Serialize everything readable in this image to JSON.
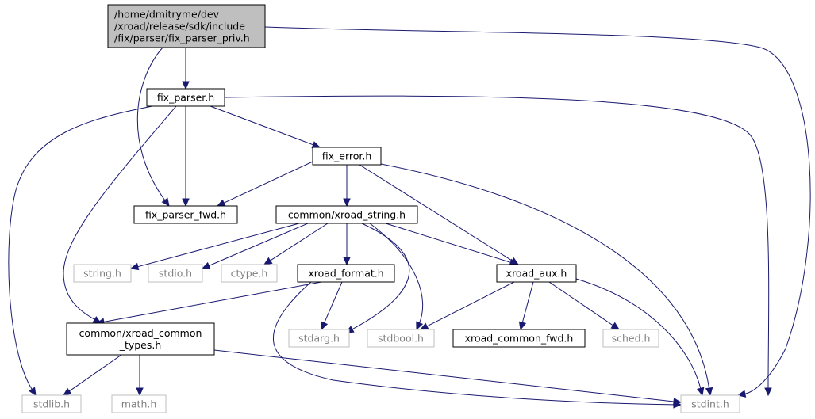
{
  "graph": {
    "edge_color": "#191970",
    "nodes": [
      {
        "id": "root",
        "lines": [
          "/home/dmitryme/dev",
          "/xroad/release/sdk/include",
          "/fix/parser/fix_parser_priv.h"
        ],
        "style": "root",
        "fill": "#bfbfbf",
        "stroke": "#000000",
        "text_color": "#000000"
      },
      {
        "id": "fix_parser",
        "lines": [
          "fix_parser.h"
        ],
        "style": "normal",
        "fill": "#ffffff",
        "stroke": "#000000",
        "text_color": "#000000"
      },
      {
        "id": "fix_error",
        "lines": [
          "fix_error.h"
        ],
        "style": "normal",
        "fill": "#ffffff",
        "stroke": "#000000",
        "text_color": "#000000"
      },
      {
        "id": "fix_parser_fwd",
        "lines": [
          "fix_parser_fwd.h"
        ],
        "style": "normal",
        "fill": "#ffffff",
        "stroke": "#000000",
        "text_color": "#000000"
      },
      {
        "id": "xroad_string",
        "lines": [
          "common/xroad_string.h"
        ],
        "style": "normal",
        "fill": "#ffffff",
        "stroke": "#000000",
        "text_color": "#000000"
      },
      {
        "id": "string",
        "lines": [
          "string.h"
        ],
        "style": "system",
        "fill": "#ffffff",
        "stroke": "#bfbfbf",
        "text_color": "#7f7f7f"
      },
      {
        "id": "stdio",
        "lines": [
          "stdio.h"
        ],
        "style": "system",
        "fill": "#ffffff",
        "stroke": "#bfbfbf",
        "text_color": "#7f7f7f"
      },
      {
        "id": "ctype",
        "lines": [
          "ctype.h"
        ],
        "style": "system",
        "fill": "#ffffff",
        "stroke": "#bfbfbf",
        "text_color": "#7f7f7f"
      },
      {
        "id": "xroad_format",
        "lines": [
          "xroad_format.h"
        ],
        "style": "normal",
        "fill": "#ffffff",
        "stroke": "#000000",
        "text_color": "#000000"
      },
      {
        "id": "xroad_aux",
        "lines": [
          "xroad_aux.h"
        ],
        "style": "normal",
        "fill": "#ffffff",
        "stroke": "#000000",
        "text_color": "#000000"
      },
      {
        "id": "common_types",
        "lines": [
          "common/xroad_common",
          "_types.h"
        ],
        "style": "normal",
        "fill": "#ffffff",
        "stroke": "#000000",
        "text_color": "#000000"
      },
      {
        "id": "stdarg",
        "lines": [
          "stdarg.h"
        ],
        "style": "system",
        "fill": "#ffffff",
        "stroke": "#bfbfbf",
        "text_color": "#7f7f7f"
      },
      {
        "id": "stdbool",
        "lines": [
          "stdbool.h"
        ],
        "style": "system",
        "fill": "#ffffff",
        "stroke": "#bfbfbf",
        "text_color": "#7f7f7f"
      },
      {
        "id": "common_fwd",
        "lines": [
          "xroad_common_fwd.h"
        ],
        "style": "normal",
        "fill": "#ffffff",
        "stroke": "#000000",
        "text_color": "#000000"
      },
      {
        "id": "sched",
        "lines": [
          "sched.h"
        ],
        "style": "system",
        "fill": "#ffffff",
        "stroke": "#bfbfbf",
        "text_color": "#7f7f7f"
      },
      {
        "id": "stdlib",
        "lines": [
          "stdlib.h"
        ],
        "style": "system",
        "fill": "#ffffff",
        "stroke": "#bfbfbf",
        "text_color": "#7f7f7f"
      },
      {
        "id": "math",
        "lines": [
          "math.h"
        ],
        "style": "system",
        "fill": "#ffffff",
        "stroke": "#bfbfbf",
        "text_color": "#7f7f7f"
      },
      {
        "id": "stdint",
        "lines": [
          "stdint.h"
        ],
        "style": "system",
        "fill": "#ffffff",
        "stroke": "#bfbfbf",
        "text_color": "#7f7f7f"
      }
    ],
    "edges": [
      [
        "root",
        "fix_parser"
      ],
      [
        "root",
        "fix_parser_fwd"
      ],
      [
        "root",
        "stdint"
      ],
      [
        "fix_parser",
        "fix_parser_fwd"
      ],
      [
        "fix_parser",
        "fix_error"
      ],
      [
        "fix_parser",
        "stdint"
      ],
      [
        "fix_parser",
        "common_types"
      ],
      [
        "fix_parser",
        "stdlib"
      ],
      [
        "fix_error",
        "fix_parser_fwd"
      ],
      [
        "fix_error",
        "xroad_string"
      ],
      [
        "fix_error",
        "xroad_aux"
      ],
      [
        "fix_error",
        "stdint"
      ],
      [
        "xroad_string",
        "string"
      ],
      [
        "xroad_string",
        "stdio"
      ],
      [
        "xroad_string",
        "ctype"
      ],
      [
        "xroad_string",
        "xroad_format"
      ],
      [
        "xroad_string",
        "stdarg"
      ],
      [
        "xroad_string",
        "stdbool"
      ],
      [
        "xroad_string",
        "xroad_aux"
      ],
      [
        "xroad_format",
        "common_types"
      ],
      [
        "xroad_format",
        "stdarg"
      ],
      [
        "xroad_format",
        "stdint"
      ],
      [
        "xroad_aux",
        "stdbool"
      ],
      [
        "xroad_aux",
        "common_fwd"
      ],
      [
        "xroad_aux",
        "sched"
      ],
      [
        "xroad_aux",
        "stdint"
      ],
      [
        "common_types",
        "stdlib"
      ],
      [
        "common_types",
        "math"
      ],
      [
        "common_types",
        "stdint"
      ]
    ]
  }
}
